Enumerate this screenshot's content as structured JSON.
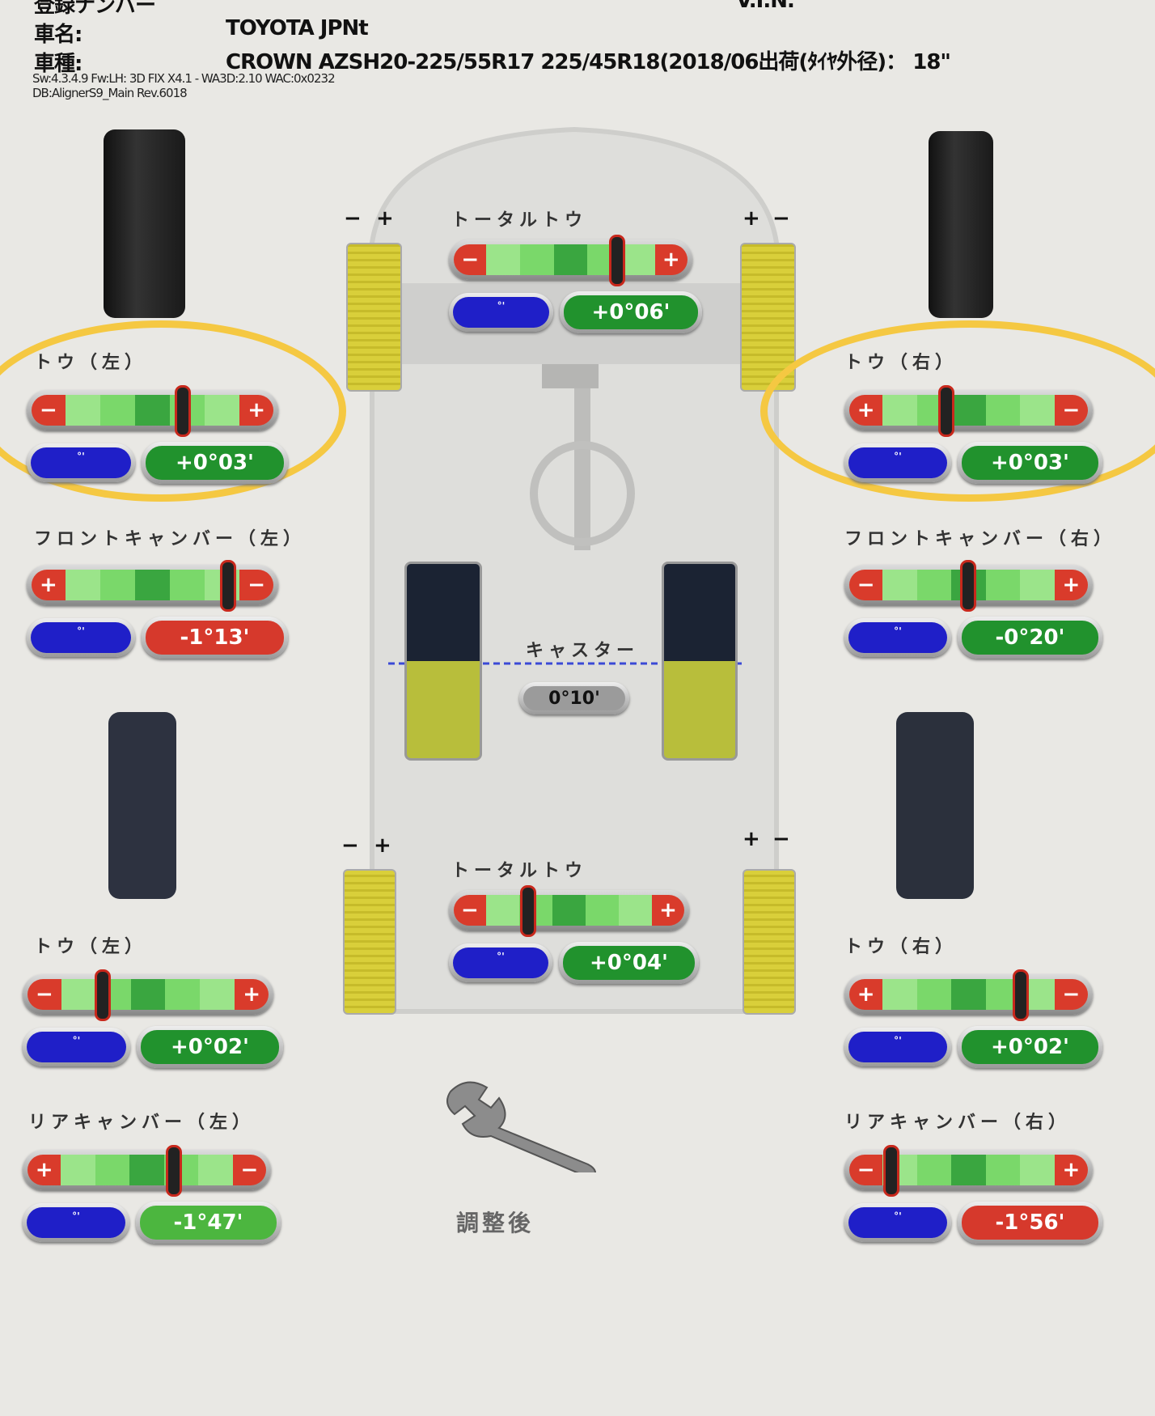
{
  "header": {
    "plate_label": "登録ナンバー",
    "vin_label": "V.I.N.",
    "make_label": "車名:",
    "make_value": "TOYOTA JPNt",
    "model_label": "車種:",
    "model_value": "CROWN AZSH20-225/55R17 225/45R18(2018/06出荷(ﾀｲﾔ外径)： 18\"",
    "sw_line": "Sw:4.3.4.9  Fw:LH: 3D FIX X4.1 - WA3D:2.10 WAC:0x0232",
    "db_line": "DB:AlignerS9_Main Rev.6018"
  },
  "colors": {
    "highlight": "#f5c842",
    "in_range": "#21922d",
    "out_of_range": "#d6392c"
  },
  "gauges": [
    {
      "id": "front-total-toe",
      "label": "トータルトウ",
      "value": "+0°06'",
      "status": "green",
      "left_sign": "−",
      "right_sign": "+",
      "marker": 0.68,
      "unit": "°'"
    },
    {
      "id": "front-toe-left",
      "label": "トウ（左）",
      "value": "+0°03'",
      "status": "green",
      "left_sign": "−",
      "right_sign": "+",
      "marker": 0.61,
      "unit": "°'"
    },
    {
      "id": "front-toe-right",
      "label": "トウ（右）",
      "value": "+0°03'",
      "status": "green",
      "left_sign": "+",
      "right_sign": "−",
      "marker": 0.4,
      "unit": "°'"
    },
    {
      "id": "front-camber-left",
      "label": "フロントキャンバー（左）",
      "value": "-1°13'",
      "status": "red",
      "left_sign": "+",
      "right_sign": "−",
      "marker": 0.79,
      "unit": "°'"
    },
    {
      "id": "front-camber-right",
      "label": "フロントキャンバー（右）",
      "value": "-0°20'",
      "status": "green",
      "left_sign": "−",
      "right_sign": "+",
      "marker": 0.49,
      "unit": "°'"
    },
    {
      "id": "rear-total-toe",
      "label": "トータルトウ",
      "value": "+0°04'",
      "status": "green",
      "left_sign": "−",
      "right_sign": "+",
      "marker": 0.32,
      "unit": "°'"
    },
    {
      "id": "rear-toe-left",
      "label": "トウ（左）",
      "value": "+0°02'",
      "status": "green",
      "left_sign": "−",
      "right_sign": "+",
      "marker": 0.31,
      "unit": "°'"
    },
    {
      "id": "rear-toe-right",
      "label": "トウ（右）",
      "value": "+0°02'",
      "status": "green",
      "left_sign": "+",
      "right_sign": "−",
      "marker": 0.7,
      "unit": "°'"
    },
    {
      "id": "rear-camber-left",
      "label": "リアキャンバー（左）",
      "value": "-1°47'",
      "status": "lgreen",
      "left_sign": "+",
      "right_sign": "−",
      "marker": 0.6,
      "unit": "°'"
    },
    {
      "id": "rear-camber-right",
      "label": "リアキャンバー（右）",
      "value": "-1°56'",
      "status": "red",
      "left_sign": "−",
      "right_sign": "+",
      "marker": 0.18,
      "unit": "°'"
    }
  ],
  "caster": {
    "label": "キャスター",
    "value": "0°10'"
  },
  "wheel_marks": {
    "plus": "+",
    "minus": "−"
  },
  "status_label": "調整後"
}
